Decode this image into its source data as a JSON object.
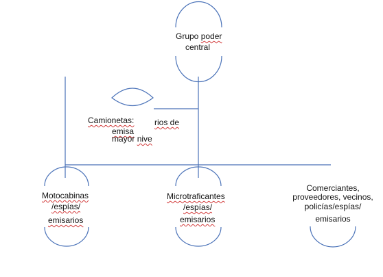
{
  "colors": {
    "shape_stroke": "#4a72b8",
    "text": "#111111",
    "spellcheck_underline": "#d23b3b"
  },
  "nodes": {
    "grupo": {
      "line1_a": "Grupo",
      "line1_b": "poder",
      "line2": "central"
    },
    "camionetas": {
      "line1_a": "Camionetas:",
      "line1_b": "rios de",
      "line2": "emisa",
      "line3_a": "mayor",
      "line3_b": "nive"
    },
    "motocabinas": {
      "line1": "Motocabinas",
      "line2": "/espías/",
      "line3": "emisarios"
    },
    "microtraficantes": {
      "line1": "Microtraficantes",
      "line2": "/espías/",
      "line3": "emisarios"
    },
    "comerciantes": {
      "line1": "Comerciantes,",
      "line2": "proveedores, vecinos,",
      "line3": "policías/espías/",
      "line4": "emisarios"
    }
  }
}
